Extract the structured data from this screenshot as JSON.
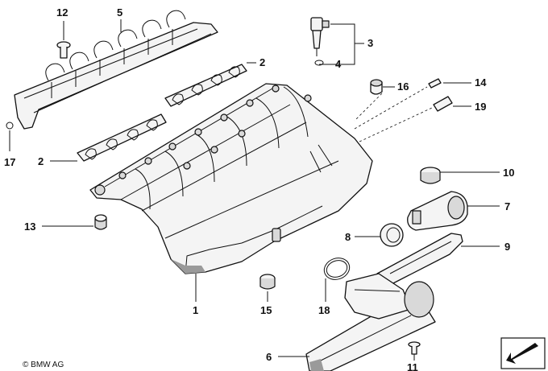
{
  "diagram": {
    "copyright": "© BMW AG",
    "callouts": [
      {
        "id": "12",
        "label": "12"
      },
      {
        "id": "5",
        "label": "5"
      },
      {
        "id": "3",
        "label": "3"
      },
      {
        "id": "4",
        "label": "4"
      },
      {
        "id": "2a",
        "label": "2"
      },
      {
        "id": "16",
        "label": "16"
      },
      {
        "id": "14",
        "label": "14"
      },
      {
        "id": "19",
        "label": "19"
      },
      {
        "id": "17",
        "label": "17"
      },
      {
        "id": "2b",
        "label": "2"
      },
      {
        "id": "10",
        "label": "10"
      },
      {
        "id": "7",
        "label": "7"
      },
      {
        "id": "13",
        "label": "13"
      },
      {
        "id": "8",
        "label": "8"
      },
      {
        "id": "9",
        "label": "9"
      },
      {
        "id": "1",
        "label": "1"
      },
      {
        "id": "15",
        "label": "15"
      },
      {
        "id": "18",
        "label": "18"
      },
      {
        "id": "6",
        "label": "6"
      },
      {
        "id": "11",
        "label": "11"
      }
    ]
  }
}
